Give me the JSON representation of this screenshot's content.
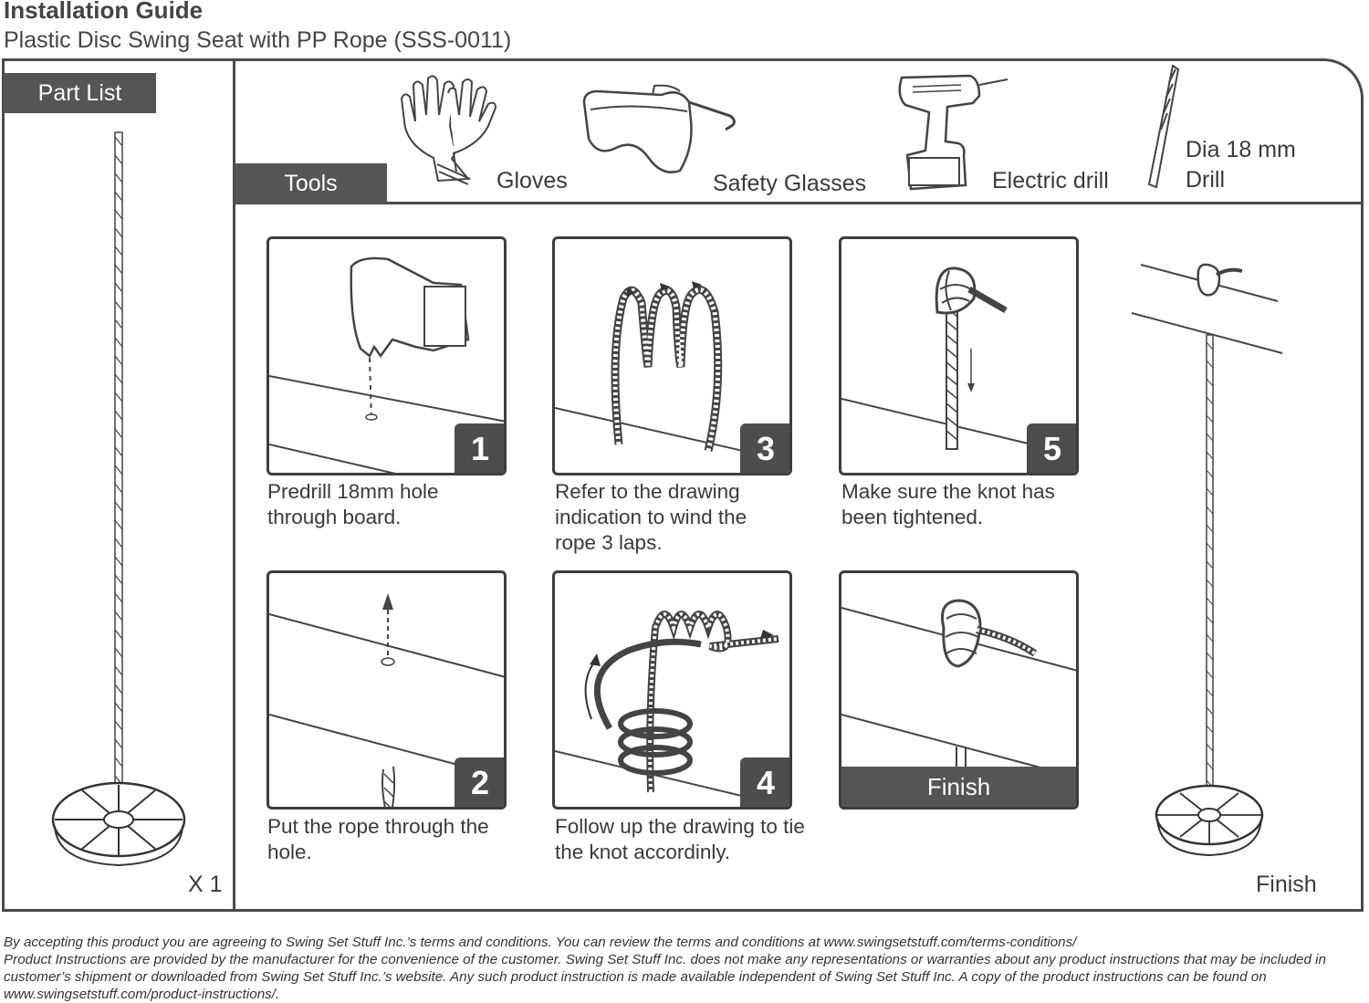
{
  "header": {
    "title": "Installation Guide",
    "subtitle": "Plastic Disc Swing Seat with PP Rope (SSS-0011)"
  },
  "part_list": {
    "label": "Part List",
    "quantity": "X 1",
    "item_icon": "disc-swing-seat-icon"
  },
  "tools": {
    "label": "Tools",
    "items": [
      {
        "label": "Gloves",
        "icon": "gloves-icon"
      },
      {
        "label": "Safety Glasses",
        "icon": "safety-glasses-icon"
      },
      {
        "label": "Electric drill",
        "icon": "electric-drill-icon"
      },
      {
        "line1": "Dia 18 mm",
        "line2": "Drill",
        "icon": "drill-bit-icon"
      }
    ]
  },
  "steps": [
    {
      "number": "1",
      "caption": "Predrill 18mm hole through board."
    },
    {
      "number": "2",
      "caption": "Put the rope through the hole."
    },
    {
      "number": "3",
      "caption": "Refer to the drawing indication to wind the rope 3 laps."
    },
    {
      "number": "4",
      "caption": "Follow up the drawing to tie the knot accordinly."
    },
    {
      "number": "5",
      "caption": "Make sure the knot has been tightened."
    }
  ],
  "finish_panel": {
    "label": "Finish"
  },
  "final_view": {
    "label": "Finish"
  },
  "footer": {
    "line1": "By accepting this product you are agreeing to Swing Set Stuff Inc.’s terms and conditions. You can review the terms and conditions at www.swingsetstuff.com/terms-conditions/",
    "line2": "Product Instructions are provided by the manufacturer for the convenience of the customer. Swing Set Stuff Inc. does not make any representations or warranties about any product instructions that may be included in customer’s shipment or downloaded from Swing Set Stuff Inc.’s website. Any such product instruction is made available independent of Swing Set Stuff Inc.  A copy of the product instructions can be found on www.swingsetstuff.com/product-instructions/."
  },
  "colors": {
    "dark_gray": "#555555",
    "line": "#4a4a4a"
  }
}
